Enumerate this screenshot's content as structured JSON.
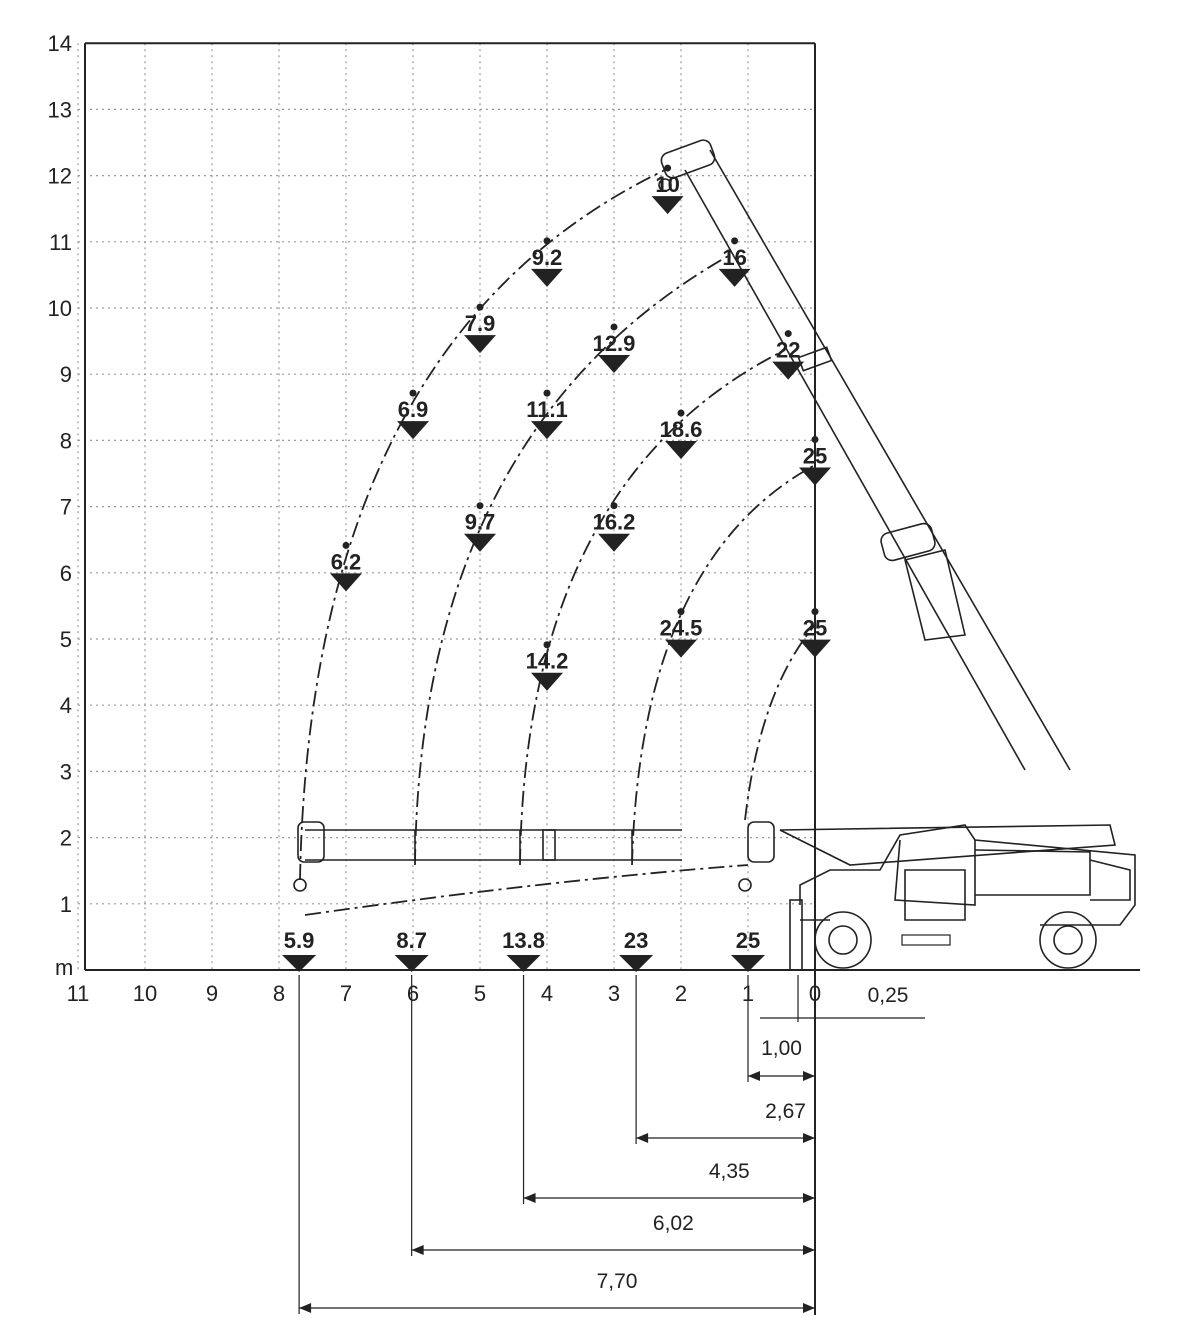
{
  "y_axis": {
    "unit": "m",
    "ticks": [
      "1",
      "2",
      "3",
      "4",
      "5",
      "6",
      "7",
      "8",
      "9",
      "10",
      "11",
      "12",
      "13",
      "14"
    ]
  },
  "x_axis": {
    "ticks": [
      "11",
      "10",
      "9",
      "8",
      "7",
      "6",
      "5",
      "4",
      "3",
      "2",
      "1",
      "0"
    ],
    "right_label": "0,25"
  },
  "ground_loads": [
    "5.9",
    "8.7",
    "13.8",
    "23",
    "25"
  ],
  "loads": [
    {
      "x": 2.2,
      "y": 11.6,
      "label": "10"
    },
    {
      "x": 4.0,
      "y": 10.5,
      "label": "9.2"
    },
    {
      "x": 1.2,
      "y": 10.5,
      "label": "16"
    },
    {
      "x": 5.0,
      "y": 9.5,
      "label": "7.9"
    },
    {
      "x": 3.0,
      "y": 9.2,
      "label": "12.9"
    },
    {
      "x": 0.4,
      "y": 9.1,
      "label": "22"
    },
    {
      "x": 6.0,
      "y": 8.2,
      "label": "6.9"
    },
    {
      "x": 4.0,
      "y": 8.2,
      "label": "11.1"
    },
    {
      "x": 2.0,
      "y": 7.9,
      "label": "18.6"
    },
    {
      "x": 0.0,
      "y": 7.5,
      "label": "25"
    },
    {
      "x": 5.0,
      "y": 6.5,
      "label": "9.7"
    },
    {
      "x": 3.0,
      "y": 6.5,
      "label": "16.2"
    },
    {
      "x": 7.0,
      "y": 5.9,
      "label": "6.2"
    },
    {
      "x": 2.0,
      "y": 4.9,
      "label": "24.5"
    },
    {
      "x": 0.0,
      "y": 4.9,
      "label": "25"
    },
    {
      "x": 4.0,
      "y": 4.4,
      "label": "14.2"
    }
  ],
  "dimensions": [
    "0,25",
    "1,00",
    "2,67",
    "4,35",
    "6,02",
    "7,70"
  ]
}
